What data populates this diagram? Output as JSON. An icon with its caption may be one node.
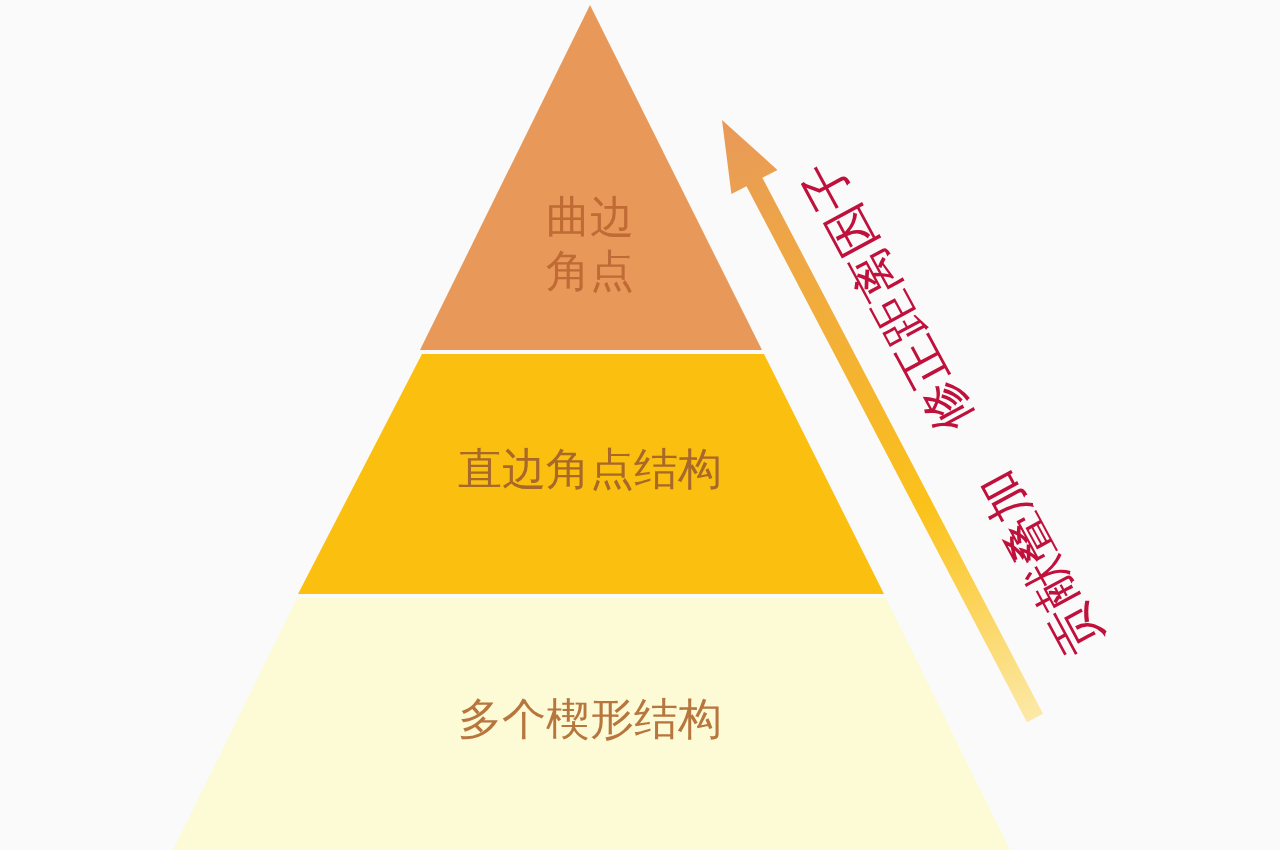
{
  "diagram": {
    "nodes": [
      {
        "text": [
          "曲边角点"
        ]
      },
      {
        "text": [
          "直边角点结构"
        ]
      },
      {
        "text": [
          "多个楔形结构"
        ]
      }
    ],
    "labels": [
      "贡献叠加",
      "修正距离因子"
    ]
  }
}
